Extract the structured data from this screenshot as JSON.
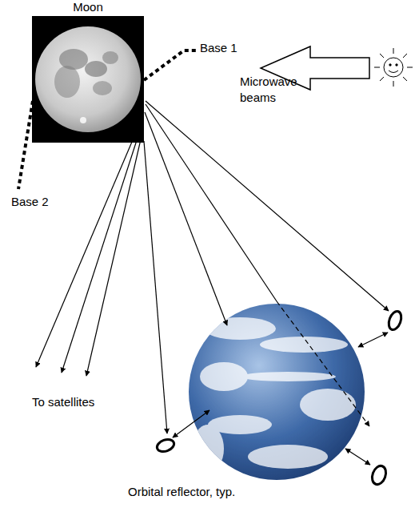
{
  "diagram": {
    "nodes": [
      {
        "text": [
          "Moon"
        ]
      }
    ],
    "labels": [
      "Base 1",
      "Base 2",
      "Microwave beams",
      "To satellites",
      "Orbital reflector, typ."
    ]
  }
}
